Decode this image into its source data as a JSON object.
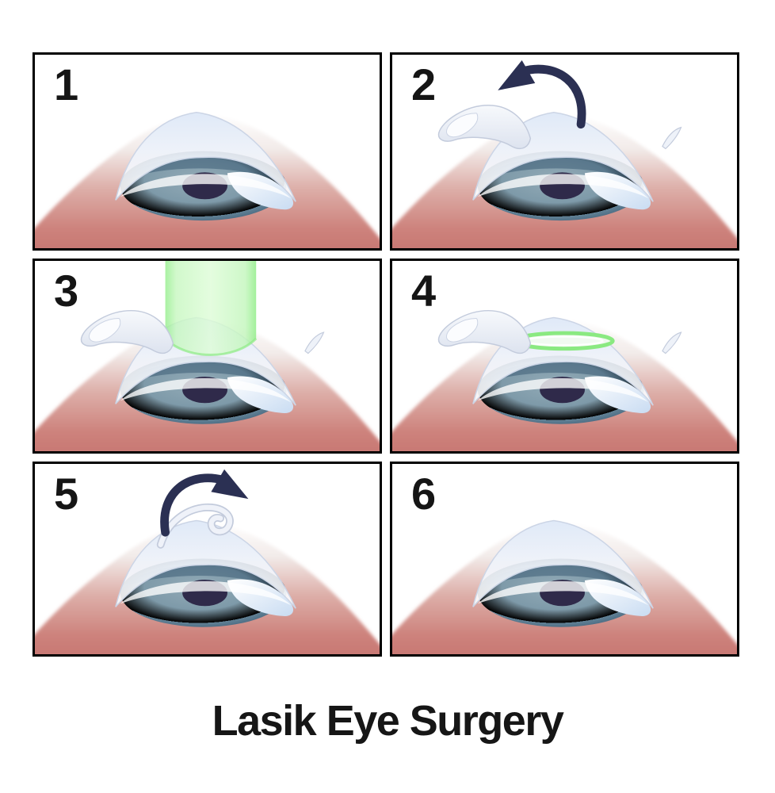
{
  "title": "Lasik Eye Surgery",
  "panels": [
    {
      "number": "1"
    },
    {
      "number": "2"
    },
    {
      "number": "3"
    },
    {
      "number": "4"
    },
    {
      "number": "5"
    },
    {
      "number": "6"
    }
  ],
  "colors": {
    "page-bg": "#ffffff",
    "panel-border": "#000000",
    "step-number": "#151515",
    "title-text": "#161616",
    "arrow": "#2b3053",
    "laser-edge": "#8deb84",
    "ablation-ring": "#8ae981",
    "flap-outline": "#c3cbdc",
    "sclera-red": "#c4706c",
    "iris-blue": "#7b97a6",
    "pupil-navy": "#2f2a4a",
    "cornea-tint": "#e9effa"
  }
}
